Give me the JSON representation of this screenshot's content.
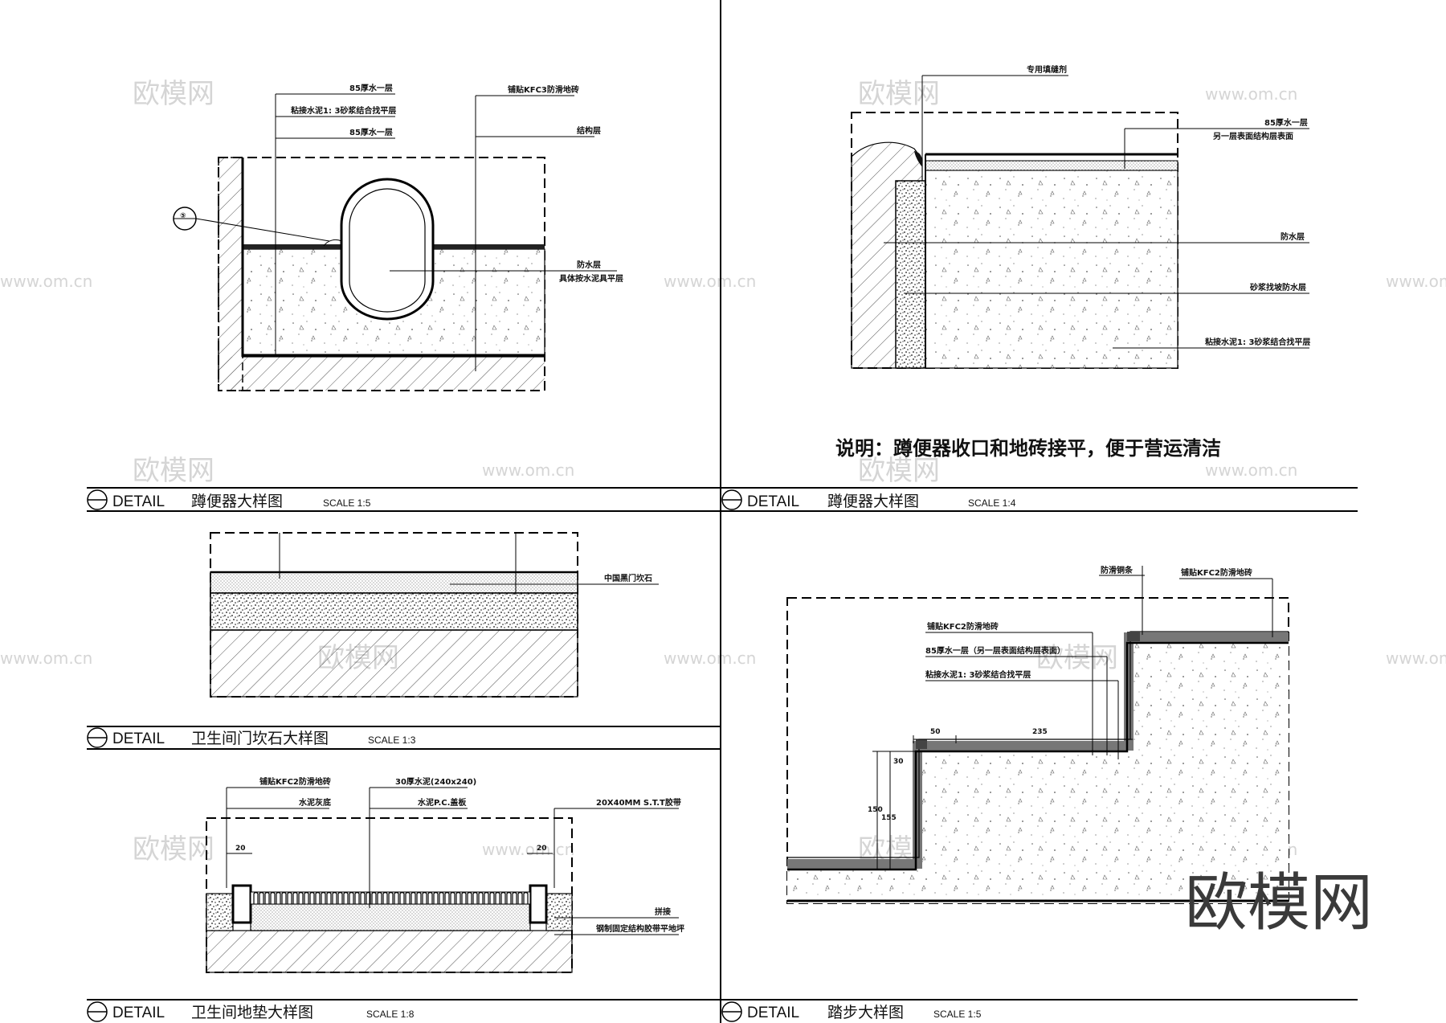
{
  "details": {
    "d1": {
      "prefix": "DETAIL",
      "name": "蹲便器大样图",
      "scale": "SCALE  1:5",
      "callout": "⑤",
      "labels": [
        "85厚水一层",
        "粘接水泥1: 3砂浆结合找平层",
        "85厚水一层",
        "铺贴KFC3防滑地砖",
        "结构层",
        "防水层",
        "具体按水泥具平层"
      ]
    },
    "d2": {
      "prefix": "DETAIL",
      "name": "蹲便器大样图",
      "scale": "SCALE  1:4",
      "labels": [
        "专用填缝剂",
        "85厚水一层",
        "另一层表面结构层表面",
        "防水层",
        "砂浆找坡防水层",
        "粘接水泥1: 3砂浆结合找平层"
      ],
      "note": "说明：蹲便器收口和地砖接平，便于营运清洁"
    },
    "d3": {
      "prefix": "DETAIL",
      "name": "卫生间门坎石大样图",
      "scale": "SCALE  1:3",
      "labels": [
        "中国黑门坎石"
      ]
    },
    "d4": {
      "prefix": "DETAIL",
      "name": "卫生间地垫大样图",
      "scale": "SCALE  1:8",
      "labels": [
        "铺贴KFC2防滑地砖",
        "30厚水泥(240x240)",
        "20X40MM S.T.T胶带",
        "水泥灰底",
        "水泥P.C.盖板",
        "拼接",
        "钢制固定结构胶带平地坪"
      ],
      "dims": [
        "20",
        "20"
      ]
    },
    "d5": {
      "prefix": "DETAIL",
      "name": "踏步大样图",
      "scale": "SCALE  1:5",
      "labels": [
        "防滑铜条",
        "铺贴KFC2防滑地砖",
        "铺贴KFC2防滑地砖",
        "85厚水一层（另一层表面结构层表面）",
        "粘接水泥1: 3砂浆结合找平层"
      ],
      "dims": [
        "50",
        "235",
        "30",
        "150",
        "155"
      ]
    }
  },
  "watermarks": {
    "logo": "欧模网",
    "url": "www.om.cn"
  },
  "brand": "欧模网"
}
